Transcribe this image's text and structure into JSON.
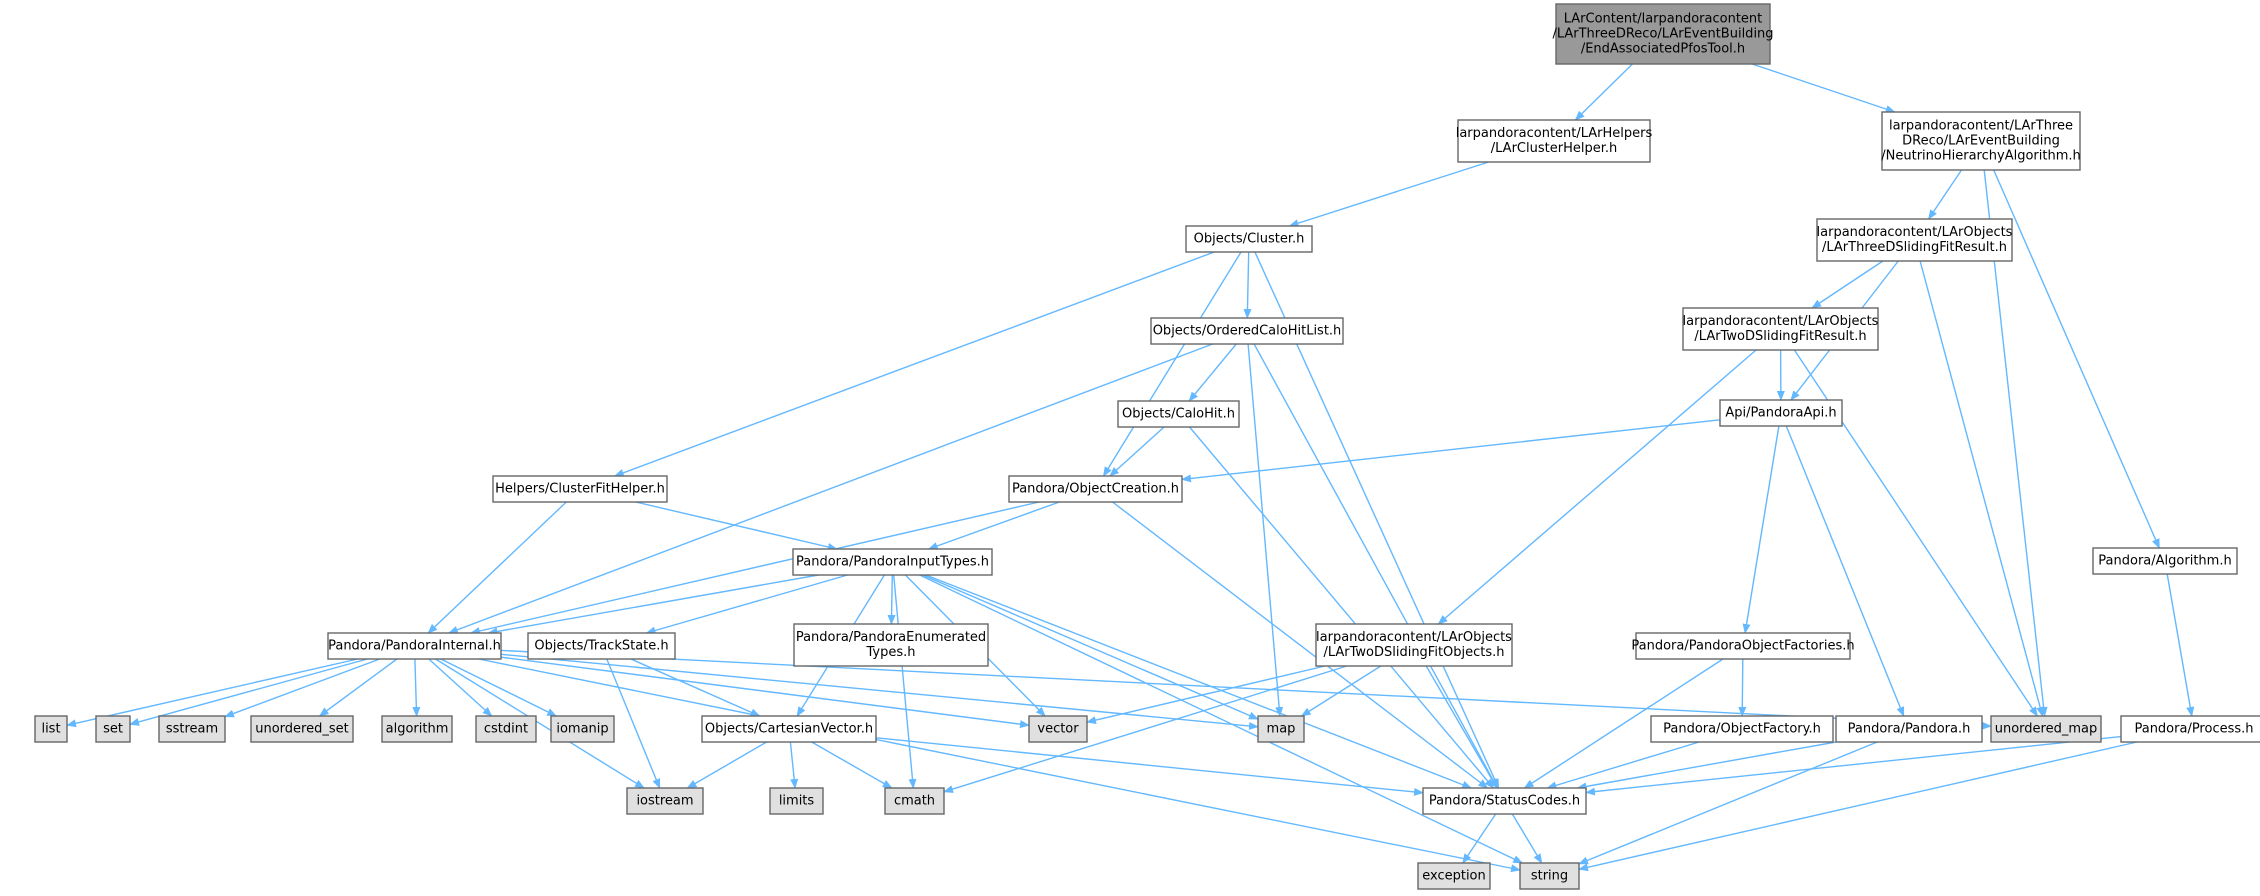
{
  "colors": {
    "edge": "#63b8ff",
    "node_fill": "#ffffff",
    "root_fill": "#999999",
    "system_fill": "#e0e0e0",
    "border": "#666666"
  },
  "nodes": [
    {
      "id": "root",
      "lines": [
        "LArContent/larpandoracontent",
        "/LArThreeDReco/LArEventBuilding",
        "/EndAssociatedPfosTool.h"
      ],
      "kind": "root"
    },
    {
      "id": "clusterhelper",
      "lines": [
        "larpandoracontent/LArHelpers",
        "/LArClusterHelper.h"
      ],
      "kind": "file"
    },
    {
      "id": "neutrino",
      "lines": [
        "larpandoracontent/LArThree",
        "DReco/LArEventBuilding",
        "/NeutrinoHierarchyAlgorithm.h"
      ],
      "kind": "file"
    },
    {
      "id": "cluster",
      "lines": [
        "Objects/Cluster.h"
      ],
      "kind": "file"
    },
    {
      "id": "threedfit",
      "lines": [
        "larpandoracontent/LArObjects",
        "/LArThreeDSlidingFitResult.h"
      ],
      "kind": "file"
    },
    {
      "id": "ordcalo",
      "lines": [
        "Objects/OrderedCaloHitList.h"
      ],
      "kind": "file"
    },
    {
      "id": "twodfit",
      "lines": [
        "larpandoracontent/LArObjects",
        "/LArTwoDSlidingFitResult.h"
      ],
      "kind": "file"
    },
    {
      "id": "calohit",
      "lines": [
        "Objects/CaloHit.h"
      ],
      "kind": "file"
    },
    {
      "id": "pandoraapi",
      "lines": [
        "Api/PandoraApi.h"
      ],
      "kind": "file"
    },
    {
      "id": "clusterfit",
      "lines": [
        "Helpers/ClusterFitHelper.h"
      ],
      "kind": "file"
    },
    {
      "id": "objcreation",
      "lines": [
        "Pandora/ObjectCreation.h"
      ],
      "kind": "file"
    },
    {
      "id": "inputtypes",
      "lines": [
        "Pandora/PandoraInputTypes.h"
      ],
      "kind": "file"
    },
    {
      "id": "algorithm_h",
      "lines": [
        "Pandora/Algorithm.h"
      ],
      "kind": "file"
    },
    {
      "id": "internal",
      "lines": [
        "Pandora/PandoraInternal.h"
      ],
      "kind": "file"
    },
    {
      "id": "trackstate",
      "lines": [
        "Objects/TrackState.h"
      ],
      "kind": "file"
    },
    {
      "id": "enumerated",
      "lines": [
        "Pandora/PandoraEnumerated",
        "Types.h"
      ],
      "kind": "file"
    },
    {
      "id": "twodobjects",
      "lines": [
        "larpandoracontent/LArObjects",
        "/LArTwoDSlidingFitObjects.h"
      ],
      "kind": "file"
    },
    {
      "id": "objfactories",
      "lines": [
        "Pandora/PandoraObjectFactories.h"
      ],
      "kind": "file"
    },
    {
      "id": "objfactory",
      "lines": [
        "Pandora/ObjectFactory.h"
      ],
      "kind": "file"
    },
    {
      "id": "pandora_h",
      "lines": [
        "Pandora/Pandora.h"
      ],
      "kind": "file"
    },
    {
      "id": "process",
      "lines": [
        "Pandora/Process.h"
      ],
      "kind": "file"
    },
    {
      "id": "cartesian",
      "lines": [
        "Objects/CartesianVector.h"
      ],
      "kind": "file"
    },
    {
      "id": "statuscodes",
      "lines": [
        "Pandora/StatusCodes.h"
      ],
      "kind": "file"
    },
    {
      "id": "list",
      "lines": [
        "list"
      ],
      "kind": "system"
    },
    {
      "id": "set",
      "lines": [
        "set"
      ],
      "kind": "system"
    },
    {
      "id": "sstream",
      "lines": [
        "sstream"
      ],
      "kind": "system"
    },
    {
      "id": "unordered_set",
      "lines": [
        "unordered_set"
      ],
      "kind": "system"
    },
    {
      "id": "algorithm",
      "lines": [
        "algorithm"
      ],
      "kind": "system"
    },
    {
      "id": "cstdint",
      "lines": [
        "cstdint"
      ],
      "kind": "system"
    },
    {
      "id": "iomanip",
      "lines": [
        "iomanip"
      ],
      "kind": "system"
    },
    {
      "id": "vector",
      "lines": [
        "vector"
      ],
      "kind": "system"
    },
    {
      "id": "map",
      "lines": [
        "map"
      ],
      "kind": "system"
    },
    {
      "id": "unordered_map",
      "lines": [
        "unordered_map"
      ],
      "kind": "system"
    },
    {
      "id": "iostream",
      "lines": [
        "iostream"
      ],
      "kind": "system"
    },
    {
      "id": "limits",
      "lines": [
        "limits"
      ],
      "kind": "system"
    },
    {
      "id": "cmath",
      "lines": [
        "cmath"
      ],
      "kind": "system"
    },
    {
      "id": "exception",
      "lines": [
        "exception"
      ],
      "kind": "system"
    },
    {
      "id": "string",
      "lines": [
        "string"
      ],
      "kind": "system"
    }
  ],
  "edges": [
    [
      "root",
      "clusterhelper"
    ],
    [
      "root",
      "neutrino"
    ],
    [
      "clusterhelper",
      "cluster"
    ],
    [
      "neutrino",
      "threedfit"
    ],
    [
      "neutrino",
      "unordered_map"
    ],
    [
      "neutrino",
      "algorithm_h"
    ],
    [
      "cluster",
      "clusterfit"
    ],
    [
      "cluster",
      "ordcalo"
    ],
    [
      "cluster",
      "objcreation"
    ],
    [
      "cluster",
      "statuscodes"
    ],
    [
      "threedfit",
      "twodfit"
    ],
    [
      "threedfit",
      "pandoraapi"
    ],
    [
      "threedfit",
      "unordered_map"
    ],
    [
      "ordcalo",
      "calohit"
    ],
    [
      "ordcalo",
      "internal"
    ],
    [
      "ordcalo",
      "map"
    ],
    [
      "ordcalo",
      "statuscodes"
    ],
    [
      "twodfit",
      "pandoraapi"
    ],
    [
      "twodfit",
      "twodobjects"
    ],
    [
      "twodfit",
      "unordered_map"
    ],
    [
      "calohit",
      "objcreation"
    ],
    [
      "calohit",
      "statuscodes"
    ],
    [
      "pandoraapi",
      "objcreation"
    ],
    [
      "pandoraapi",
      "objfactories"
    ],
    [
      "pandoraapi",
      "pandora_h"
    ],
    [
      "clusterfit",
      "internal"
    ],
    [
      "clusterfit",
      "inputtypes"
    ],
    [
      "objcreation",
      "inputtypes"
    ],
    [
      "objcreation",
      "internal"
    ],
    [
      "objcreation",
      "statuscodes"
    ],
    [
      "inputtypes",
      "internal"
    ],
    [
      "inputtypes",
      "trackstate"
    ],
    [
      "inputtypes",
      "enumerated"
    ],
    [
      "inputtypes",
      "cartesian"
    ],
    [
      "inputtypes",
      "vector"
    ],
    [
      "inputtypes",
      "map"
    ],
    [
      "inputtypes",
      "cmath"
    ],
    [
      "inputtypes",
      "statuscodes"
    ],
    [
      "inputtypes",
      "string"
    ],
    [
      "algorithm_h",
      "process"
    ],
    [
      "internal",
      "list"
    ],
    [
      "internal",
      "set"
    ],
    [
      "internal",
      "sstream"
    ],
    [
      "internal",
      "unordered_set"
    ],
    [
      "internal",
      "algorithm"
    ],
    [
      "internal",
      "cstdint"
    ],
    [
      "internal",
      "iomanip"
    ],
    [
      "internal",
      "vector"
    ],
    [
      "internal",
      "map"
    ],
    [
      "internal",
      "unordered_map"
    ],
    [
      "internal",
      "iostream"
    ],
    [
      "internal",
      "string"
    ],
    [
      "trackstate",
      "cartesian"
    ],
    [
      "trackstate",
      "iostream"
    ],
    [
      "twodobjects",
      "vector"
    ],
    [
      "twodobjects",
      "map"
    ],
    [
      "twodobjects",
      "cmath"
    ],
    [
      "twodobjects",
      "statuscodes"
    ],
    [
      "objfactories",
      "objfactory"
    ],
    [
      "objfactories",
      "statuscodes"
    ],
    [
      "objfactory",
      "statuscodes"
    ],
    [
      "pandora_h",
      "statuscodes"
    ],
    [
      "pandora_h",
      "string"
    ],
    [
      "process",
      "statuscodes"
    ],
    [
      "process",
      "string"
    ],
    [
      "cartesian",
      "iostream"
    ],
    [
      "cartesian",
      "limits"
    ],
    [
      "cartesian",
      "cmath"
    ],
    [
      "cartesian",
      "statuscodes"
    ],
    [
      "statuscodes",
      "exception"
    ],
    [
      "statuscodes",
      "string"
    ]
  ]
}
